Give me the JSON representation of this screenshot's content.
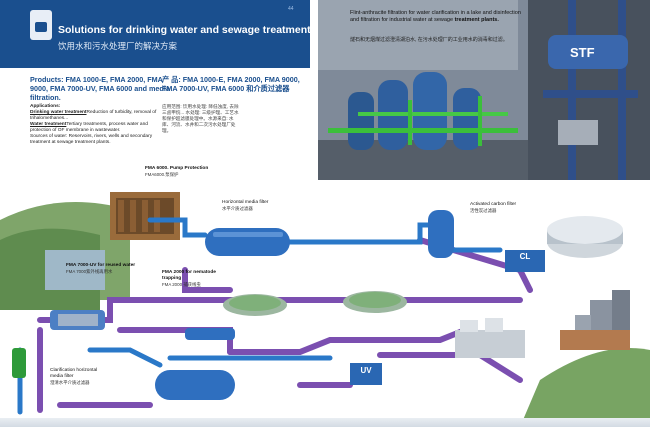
{
  "header": {
    "page_no": "44",
    "title_en": "Solutions for drinking water and sewage treatment plants",
    "title_cn": "饮用水和污水处理厂的解决方案"
  },
  "products": {
    "en": "Products: FMA 1000-E, FMA 2000, FMA 9000, FMA 7000-UV, FMA 6000 and media filtration.",
    "cn": "产 品: FMA 1000-E, FMA 2000, FMA 9000, FMA 7000-UV, FMA 6000 和介质过滤器"
  },
  "applications": {
    "heading": "Applications:",
    "line1_u": "Drinking water treatment",
    "line1_rest": "Reduction of turbidity, removal of trihalomethanes...",
    "line2_u": "Water treatment",
    "line2_rest": "Tertiary treatments, process water and protection of OF membrane in wastewater.",
    "line3": "Sources of water: Reservoirs, rivers, wells and secondary treatment at sewage treatment plants.",
    "cn": "应用范围: 饮用水处理: 降低浊度, 去除三卤甲烷... 水处理: 三级护理、工艺水和保护超滤膜处理中。水源来自: 水库、河流、水井和二次污水处理厂处理。"
  },
  "photo_note": {
    "en_a": "Flint-anthracite filtration for water clarification in a lake and disinfection and filtration for industrial water at sewage",
    "en_b": "treatment plants.",
    "cn": "燧石和无烟煤过滤澄清湖泊水, 在污水处理厂的工业用水的消毒和过滤。"
  },
  "labels": {
    "fma6000_en": "FMA 6000. Pump Protection",
    "fma6000_cn": "FMA6000.泵保护",
    "hmf_en": "Horizontal media filter",
    "hmf_cn": "水平介质过滤器",
    "acf_en": "Activated carbon filter",
    "acf_cn": "活性炭过滤器",
    "fma7000_en": "FMA 7000-UV for reused water",
    "fma7000_cn": "FMA 7000紫外线再用水",
    "fma2000_en_a": "FMA 2000 for nematode",
    "fma2000_en_b": "trapping",
    "fma2000_cn": "FMA 2000 捕获线虫",
    "clar_en_a": "Clarification horizontal",
    "clar_en_b": "media filter",
    "clar_cn": "澄清水平介质过滤器",
    "tag_cl": "CL",
    "tag_uv": "UV",
    "vessel_stf": "STF"
  },
  "colors": {
    "header_blue": "#1a4f8e",
    "pipe_purple": "#7b4fb0",
    "pipe_blue": "#2a78c8",
    "tank_blue": "#2f6fbf",
    "pool_green": "#7fb07a"
  }
}
